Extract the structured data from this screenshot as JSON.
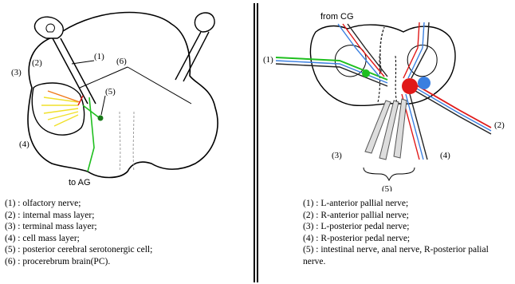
{
  "left_panel": {
    "labels": {
      "n1": "(1)",
      "n2": "(2)",
      "n3": "(3)",
      "n4": "(4)",
      "n5": "(5)",
      "n6": "(6)",
      "bottom": "to AG"
    },
    "legend": [
      "(1) : olfactory nerve;",
      "(2) : internal mass layer;",
      "(3) : terminal mass layer;",
      "(4) : cell  mass layer;",
      "(5) : posterior cerebral  serotonergic cell;",
      "(6) : procerebrum brain(PC)."
    ]
  },
  "right_panel": {
    "labels": {
      "top": "from CG",
      "n1": "(1)",
      "n2": "(2)",
      "n3": "(3)",
      "n4": "(4)",
      "n5": "(5)"
    },
    "legend": [
      "(1) : L-anterior pallial nerve;",
      "(2) : R-anterior pallial nerve;",
      "(3) : L-posterior pedal nerve;",
      "(4) : R-posterior pedal nerve;",
      "(5) : intestinal nerve, anal nerve, R-posterior palial nerve."
    ]
  },
  "colors": {
    "green": "#1fbf1f",
    "blue": "#3a7fe0",
    "red": "#e01818",
    "yellow": "#f0e02a",
    "orange": "#f07a18",
    "dark": "#222222"
  }
}
